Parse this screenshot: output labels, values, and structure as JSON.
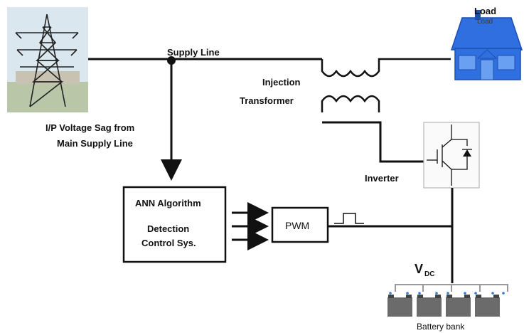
{
  "labels": {
    "load_title": "Load",
    "load_sub": "Load",
    "supply_line": "Supply Line",
    "injection_line1": "Injection",
    "injection_line2": "Transformer",
    "sag_line1": "I/P Voltage Sag from",
    "sag_line2": "Main Supply Line",
    "inverter": "Inverter",
    "ann_title": "ANN Algorithm",
    "ann_line1": "Detection",
    "ann_line2": "Control Sys.",
    "pwm": "PWM",
    "vdc_main": "V",
    "vdc_sub": "DC",
    "battery": "Battery bank"
  },
  "colors": {
    "house": "#2f6fe0",
    "house_dark": "#1d4fb0",
    "sky": "#dbe7ef",
    "battery": "#6b6b6b",
    "terminal": "#2f7fd6"
  },
  "icons": [
    "transmission-tower-icon",
    "house-icon",
    "igbt-switch-icon",
    "battery-icon",
    "pulse-icon"
  ]
}
